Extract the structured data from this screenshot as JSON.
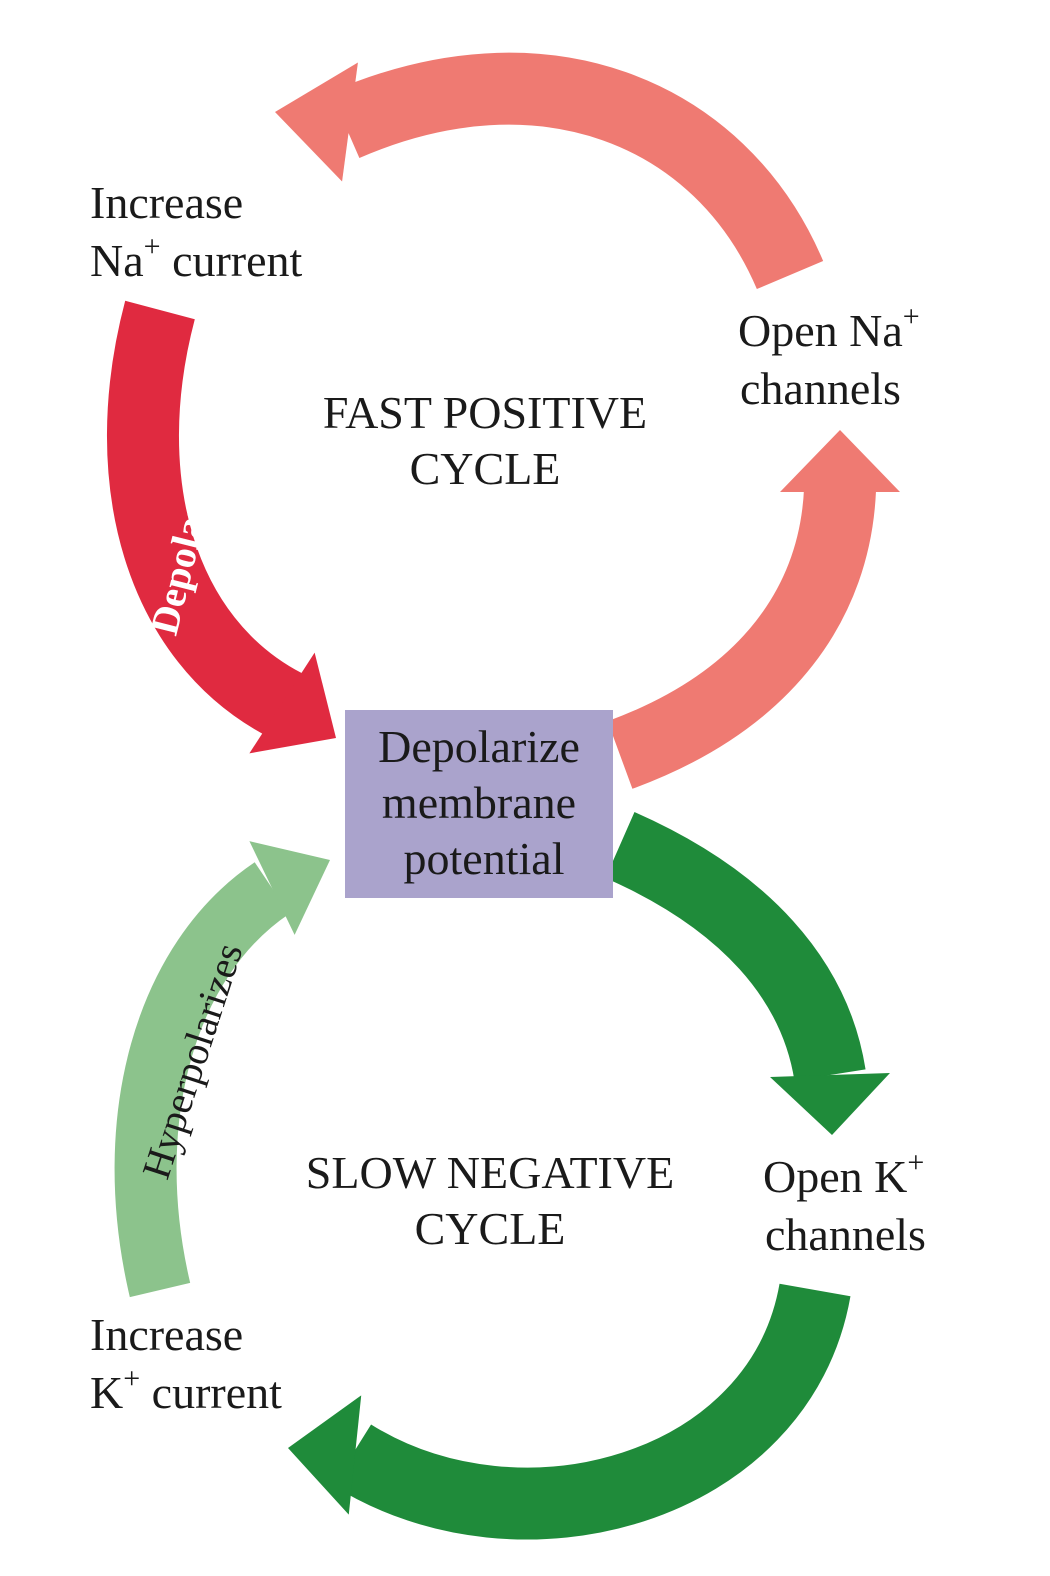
{
  "colors": {
    "salmon": "#ef7a72",
    "red": "#e02a40",
    "dark_green": "#1f8b3a",
    "light_green": "#8cc38c",
    "box": "#aaa3cc"
  },
  "center_box": {
    "lines": [
      "Depolarize",
      "membrane",
      "potential"
    ]
  },
  "fast_cycle": {
    "lines": [
      "FAST POSITIVE",
      "CYCLE"
    ]
  },
  "slow_cycle": {
    "lines": [
      "SLOW NEGATIVE",
      "CYCLE"
    ]
  },
  "nodes": {
    "increase_na": {
      "line1": "Increase",
      "ion": "Na",
      "sup": "+",
      "rest": " current"
    },
    "open_na": {
      "line1": "Open Na",
      "sup": "+",
      "line2": "channels"
    },
    "open_k": {
      "line1": "Open K",
      "sup": "+",
      "line2": "channels"
    },
    "increase_k": {
      "line1": "Increase",
      "ion": "K",
      "sup": "+",
      "rest": " current"
    }
  },
  "arrow_labels": {
    "depolarizes": "Depolarizes",
    "hyperpolarizes": "Hyperpolarizes"
  }
}
